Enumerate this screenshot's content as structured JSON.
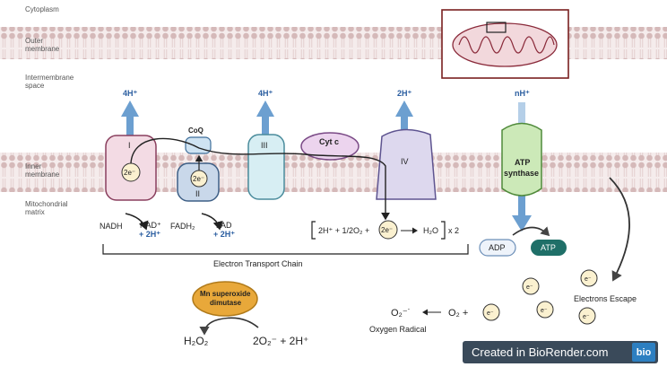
{
  "regions": {
    "cytoplasm": "Cytoplasm",
    "outer_membrane_1": "Outer",
    "outer_membrane_2": "membrane",
    "intermembrane_1": "Intermembrane",
    "intermembrane_2": "space",
    "inner_membrane_1": "Inner",
    "inner_membrane_2": "membrane",
    "matrix_1": "Mitochondrial",
    "matrix_2": "matrix"
  },
  "complexes": {
    "c1": "I",
    "c2": "II",
    "c3": "III",
    "c4": "IV",
    "coq": "CoQ",
    "cytc": "Cyt c",
    "atp_synthase_1": "ATP",
    "atp_synthase_2": "synthase"
  },
  "protons": {
    "h1": "4H⁺",
    "h3": "4H⁺",
    "h4": "2H⁺",
    "hatp": "nH⁺"
  },
  "electrons": {
    "two_e": "2e⁻",
    "e": "e⁻"
  },
  "substrates": {
    "nadh": "NADH",
    "nad": "NAD⁺",
    "nad_h": "+ 2H⁺",
    "fadh2": "FADH₂",
    "fad": "FAD",
    "fad_h": "+ 2H⁺",
    "adp": "ADP",
    "atp": "ATP"
  },
  "equation": {
    "left": "2H⁺ + 1/2O₂ +",
    "right": "H₂O",
    "mult": "x 2"
  },
  "etc_label": "Electron Transport Chain",
  "electrons_escape": "Electrons Escape",
  "radical": {
    "o2_minus": "O₂⁻˙",
    "o2_plus": "O₂ +",
    "label": "Oxygen Radical"
  },
  "sod": {
    "line1": "Mn superoxide",
    "line2": "dimutase",
    "product": "H₂O₂",
    "substrate": "2O₂⁻ + 2H⁺"
  },
  "badge": {
    "text": "Created in BioRender.com",
    "logo": "bio"
  },
  "colors": {
    "membrane": "#e8d4d4",
    "arrow_blue": "#6c9fd0",
    "complex1": "#f3dbe4",
    "complex3": "#d7eef3",
    "complex4": "#ddd8ee",
    "atp_synthase": "#cce9b8",
    "sod": "#e8a83a",
    "atp_button": "#1f6f68"
  }
}
